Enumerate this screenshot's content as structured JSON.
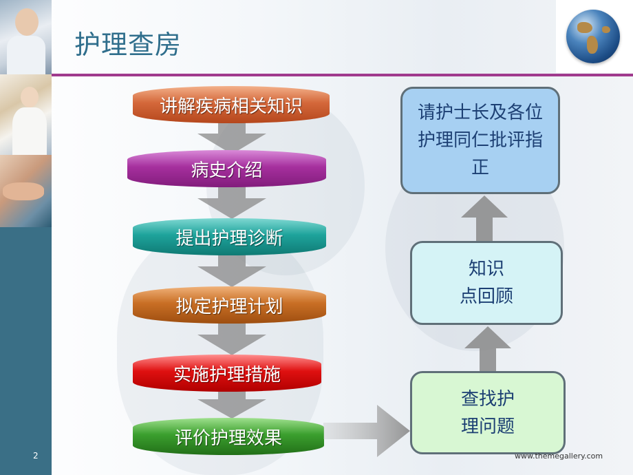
{
  "slide": {
    "title": "护理查房",
    "page_number": "2",
    "footer_url": "www.themegallery.com"
  },
  "flow_steps": [
    {
      "label": "讲解疾病相关知识",
      "color": "#c8582b"
    },
    {
      "label": "病史介绍",
      "color": "#9c2a96"
    },
    {
      "label": "提出护理诊断",
      "color": "#179089"
    },
    {
      "label": "拟定护理计划",
      "color": "#b9611b"
    },
    {
      "label": "实施护理措施",
      "color": "#d00c0c"
    },
    {
      "label": "评价护理效果",
      "color": "#2f8c24"
    }
  ],
  "side_boxes": {
    "find_problems": {
      "line1": "查找护",
      "line2": "理问题"
    },
    "review": {
      "line1": "知识",
      "line2": "点回顾"
    },
    "comments": {
      "line1": "请护士长及各位",
      "line2": "护理同仁批评指",
      "line3": "正"
    }
  },
  "colors": {
    "title": "#2f6e8c",
    "title_rule": "#a03a8d",
    "box_text": "#1c3f73",
    "arrow_gray": "#8a8a8a"
  }
}
